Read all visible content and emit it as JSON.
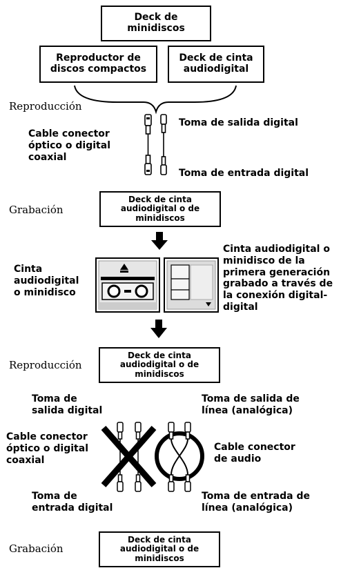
{
  "boxes": {
    "minidisc_deck": "Deck de\nminidiscos",
    "cd_player": "Reproductor de\ndiscos compactos",
    "dat_deck": "Deck de cinta\naudiodigital",
    "rec_deck_1": "Deck de cinta\naudiodigital o de\nminidiscos",
    "play_deck_2": "Deck de cinta\naudiodigital o de\nminidiscos",
    "rec_deck_2": "Deck de cinta\naudiodigital o de\nminidiscos"
  },
  "labels": {
    "reproduccion_1": "Reproducción",
    "grabacion_1": "Grabación",
    "reproduccion_2": "Reproducción",
    "grabacion_2": "Grabación",
    "cable_optico_1": "Cable conector\nóptico o digital\ncoaxial",
    "toma_salida_digital_1": "Toma de salida digital",
    "toma_entrada_digital_1": "Toma de entrada digital",
    "cinta_minidisco": "Cinta\naudiodigital\no minidisco",
    "primera_generacion": "Cinta audiodigital o\nminidisco de la\nprimera generación\ngrabado a través de\nla conexión digital-\ndigital",
    "toma_salida_digital_2": "Toma de\nsalida digital",
    "cable_optico_2": "Cable conector\nóptico o digital\ncoaxial",
    "toma_entrada_digital_2": "Toma de\nentrada digital",
    "toma_salida_linea": "Toma de salida de\nlínea (analógica)",
    "cable_audio": "Cable conector\nde audio",
    "toma_entrada_linea": "Toma de entrada de\nlínea (analógica)"
  }
}
